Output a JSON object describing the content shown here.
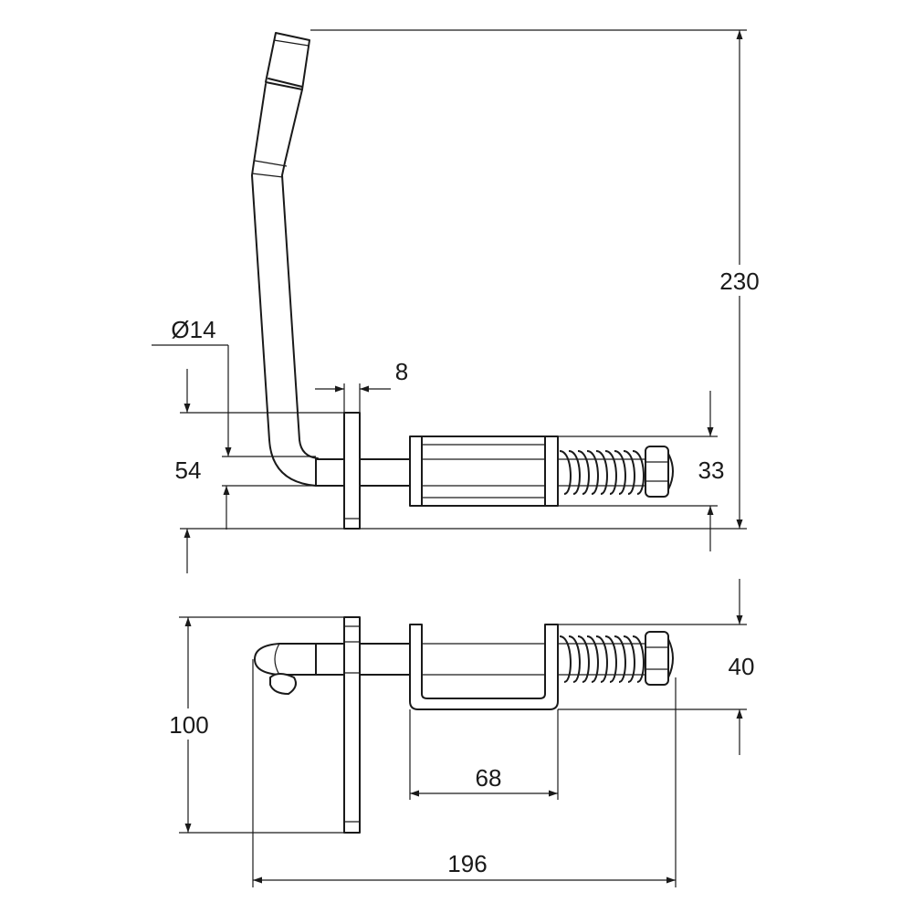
{
  "dimensions": {
    "height_total": "230",
    "handle_diameter": "Ø14",
    "plate_thickness": "8",
    "handle_offset": "54",
    "spring_height": "33",
    "plan_spring_width": "40",
    "overall_width": "100",
    "bracket_length": "68",
    "overall_length": "196"
  }
}
